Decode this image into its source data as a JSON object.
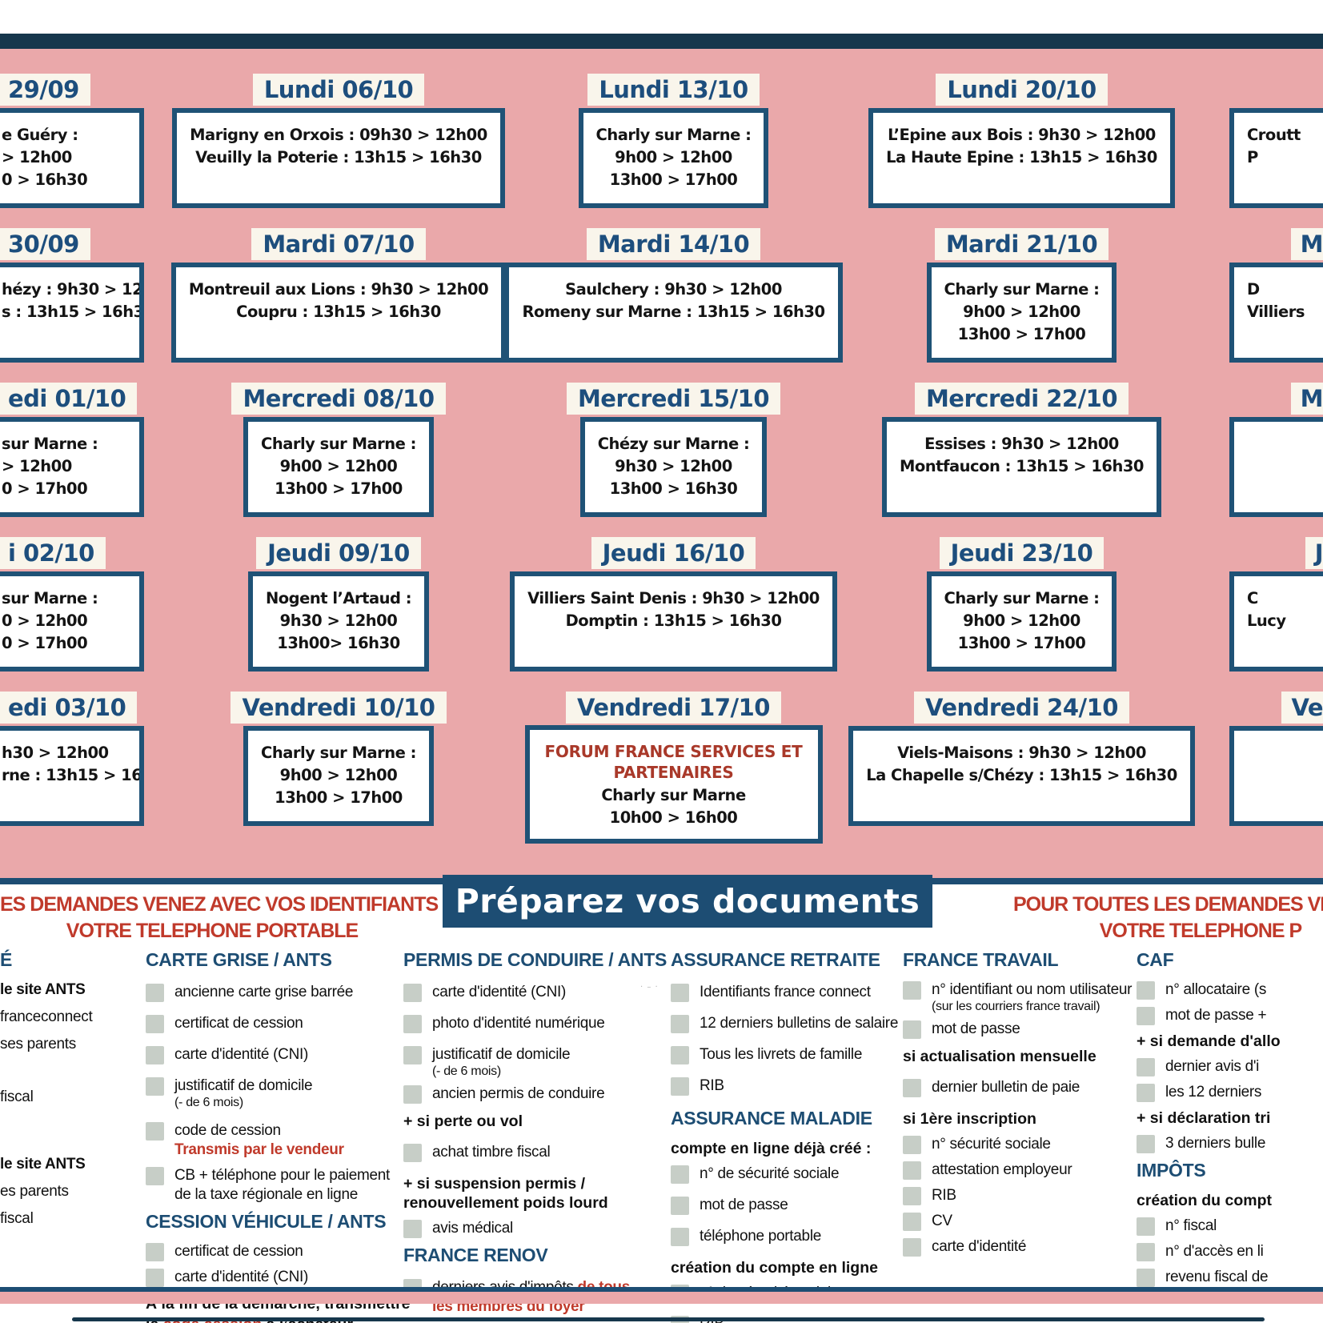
{
  "colors": {
    "pink": "#eaa8aa",
    "box_border": "#1f5276",
    "header_blue": "#1d4e7d",
    "banner_blue": "#1d4d73",
    "red": "#c03a2b",
    "forum_red": "#a9392a",
    "checkbox_gray": "#c7cec7",
    "scan_bar": "#16374c"
  },
  "calendar": {
    "columns": [
      {
        "cut": "left",
        "cells": [
          {
            "day": "29/09",
            "lines": [
              "e Guéry :",
              "> 12h00",
              "0 > 16h30"
            ]
          },
          {
            "day": "30/09",
            "lines": [
              "hézy : 9h30 > 12h00",
              "s : 13h15 > 16h30"
            ]
          },
          {
            "day": "edi 01/10",
            "lines": [
              "sur Marne :",
              "> 12h00",
              "0 > 17h00"
            ]
          },
          {
            "day": "i 02/10",
            "lines": [
              "sur Marne :",
              "0 > 12h00",
              "0 > 17h00"
            ]
          },
          {
            "day": "edi 03/10",
            "lines": [
              "h30 > 12h00",
              "rne : 13h15 > 16h30"
            ]
          }
        ]
      },
      {
        "cells": [
          {
            "day": "Lundi 06/10",
            "lines": [
              "Marigny en Orxois : 09h30 > 12h00",
              "Veuilly la Poterie : 13h15 > 16h30"
            ]
          },
          {
            "day": "Mardi 07/10",
            "lines": [
              "Montreuil aux Lions : 9h30 > 12h00",
              "Coupru : 13h15 > 16h30"
            ]
          },
          {
            "day": "Mercredi 08/10",
            "lines": [
              "Charly sur Marne :",
              "9h00 > 12h00",
              "13h00 > 17h00"
            ]
          },
          {
            "day": "Jeudi 09/10",
            "lines": [
              "Nogent l’Artaud :",
              "9h30 > 12h00",
              "13h00> 16h30"
            ]
          },
          {
            "day": "Vendredi 10/10",
            "lines": [
              "Charly sur Marne :",
              "9h00 > 12h00",
              "13h00 > 17h00"
            ]
          }
        ]
      },
      {
        "cells": [
          {
            "day": "Lundi 13/10",
            "lines": [
              "Charly sur Marne :",
              "9h00 > 12h00",
              "13h00 > 17h00"
            ]
          },
          {
            "day": "Mardi 14/10",
            "lines": [
              "Saulchery : 9h30 > 12h00",
              "Romeny sur Marne : 13h15 > 16h30"
            ]
          },
          {
            "day": "Mercredi 15/10",
            "lines": [
              "Chézy sur Marne :",
              "9h30 > 12h00",
              "13h00 > 16h30"
            ]
          },
          {
            "day": "Jeudi 16/10",
            "lines": [
              "Villiers Saint Denis : 9h30 > 12h00",
              "Domptin : 13h15 > 16h30"
            ]
          },
          {
            "day": "Vendredi 17/10",
            "special_red": "FORUM FRANCE SERVICES ET PARTENAIRES",
            "lines": [
              "Charly sur Marne",
              "10h00 > 16h00"
            ]
          }
        ]
      },
      {
        "cells": [
          {
            "day": "Lundi 20/10",
            "lines": [
              "L’Epine aux Bois : 9h30 > 12h00",
              "La Haute Epine : 13h15 > 16h30"
            ]
          },
          {
            "day": "Mardi 21/10",
            "lines": [
              "Charly sur Marne :",
              "9h00 > 12h00",
              "13h00 > 17h00"
            ]
          },
          {
            "day": "Mercredi 22/10",
            "lines": [
              "Essises : 9h30 > 12h00",
              "Montfaucon : 13h15 > 16h30"
            ]
          },
          {
            "day": "Jeudi 23/10",
            "lines": [
              "Charly sur Marne :",
              "9h00 > 12h00",
              "13h00 > 17h00"
            ]
          },
          {
            "day": "Vendredi 24/10",
            "lines": [
              "Viels-Maisons : 9h30 > 12h00",
              "La Chapelle s/Chézy : 13h15 > 16h30"
            ]
          }
        ]
      },
      {
        "cut": "right",
        "cells": [
          {
            "day": "",
            "lines": [
              "Croutt",
              "P"
            ]
          },
          {
            "day": "M",
            "lines": [
              "D",
              "Villiers"
            ]
          },
          {
            "day": "M",
            "lines": []
          },
          {
            "day": "J",
            "lines": [
              "C",
              "Lucy"
            ]
          },
          {
            "day": "Ve",
            "lines": []
          }
        ]
      }
    ]
  },
  "bottom": {
    "left_heading_lines": [
      "ES DEMANDES VENEZ AVEC VOS IDENTIFIANTS ET",
      "VOTRE TELEPHONE PORTABLE"
    ],
    "banner": "Préparez vos documents",
    "right_heading_lines": [
      "POUR TOUTES LES DEMANDES VENEZ A",
      "VOTRE TELEPHONE P"
    ],
    "artifact": "· – ·",
    "columns": [
      {
        "id": "fragment-left",
        "heading": "É",
        "items": [
          {
            "kind": "plain",
            "bold": true,
            "text": "le site ANTS"
          },
          {
            "kind": "plain",
            "text": "franceconnect"
          },
          {
            "kind": "plain",
            "text": "ses parents"
          },
          {
            "kind": "spacer",
            "h": 22
          },
          {
            "kind": "plain",
            "text": "fiscal"
          },
          {
            "kind": "spacer",
            "h": 40
          },
          {
            "kind": "plain",
            "bold": true,
            "text": "le site ANTS"
          },
          {
            "kind": "plain",
            "text": "es parents"
          },
          {
            "kind": "plain",
            "text": "fiscal"
          }
        ]
      },
      {
        "id": "carte-grise",
        "heading": "CARTE GRISE / ANTS",
        "items": [
          {
            "kind": "check",
            "text": "ancienne carte grise barrée"
          },
          {
            "kind": "check",
            "text": "certificat de cession"
          },
          {
            "kind": "check",
            "text": "carte d'identité (CNI)"
          },
          {
            "kind": "check",
            "text": "justificatif de domicile",
            "sub": "(- de 6 mois)"
          },
          {
            "kind": "check",
            "tight": true,
            "text": "code de cession",
            "line2": {
              "red": "Transmis par le vendeur"
            }
          },
          {
            "kind": "check",
            "tight": true,
            "text": "CB + téléphone pour le paiement",
            "line2": {
              "text": "de la taxe régionale en ligne"
            }
          },
          {
            "kind": "heading",
            "text": "CESSION VÉHICULE / ANTS"
          },
          {
            "kind": "check",
            "tight": true,
            "text": "certificat de cession"
          },
          {
            "kind": "check",
            "tight": true,
            "text": "carte d'identité (CNI)"
          },
          {
            "kind": "note",
            "text": "À la fin de la démarche, transmettre",
            "line2": {
              "text": "le ",
              "red": "code cession",
              "tail": " à l’acheteur"
            }
          }
        ]
      },
      {
        "id": "permis",
        "heading": "PERMIS DE CONDUIRE / ANTS",
        "items": [
          {
            "kind": "check",
            "text": "carte d'identité (CNI)"
          },
          {
            "kind": "check",
            "text": "photo d'identité numérique"
          },
          {
            "kind": "check",
            "tight": true,
            "text": "justificatif de domicile",
            "sub": "(- de 6 mois)"
          },
          {
            "kind": "check",
            "tight": true,
            "text": "ancien permis de conduire"
          },
          {
            "kind": "subhead",
            "text": "+ si perte ou vol"
          },
          {
            "kind": "check",
            "text": "achat timbre fiscal"
          },
          {
            "kind": "subhead",
            "text": "+ si suspension permis /",
            "line2": {
              "text": "renouvellement poids lourd"
            }
          },
          {
            "kind": "check",
            "tight": true,
            "text": "avis médical"
          },
          {
            "kind": "heading",
            "text": "FRANCE RENOV"
          },
          {
            "kind": "check",
            "text": "derniers avis d'impôts",
            "red": "de tous",
            "line2": {
              "red": "les membres du foyer"
            }
          }
        ]
      },
      {
        "id": "assurance",
        "heading": "ASSURANCE RETRAITE",
        "items": [
          {
            "kind": "check",
            "text": "Identifiants france connect"
          },
          {
            "kind": "check",
            "text": "12 derniers bulletins de salaire"
          },
          {
            "kind": "check",
            "text": "Tous les livrets de famille"
          },
          {
            "kind": "check",
            "text": "RIB"
          },
          {
            "kind": "heading",
            "text": "ASSURANCE MALADIE"
          },
          {
            "kind": "subhead",
            "tight": true,
            "text": "compte en ligne déjà créé :"
          },
          {
            "kind": "check",
            "tight": true,
            "text": "n° de sécurité sociale"
          },
          {
            "kind": "check",
            "text": "mot de passe"
          },
          {
            "kind": "check",
            "text": "téléphone portable"
          },
          {
            "kind": "subhead",
            "tight": true,
            "text": "création du compte en ligne"
          },
          {
            "kind": "check",
            "tight": true,
            "text": "n° de sécurité sociale"
          },
          {
            "kind": "check",
            "text": "RIB"
          }
        ]
      },
      {
        "id": "france-travail",
        "heading": "FRANCE TRAVAIL",
        "items": [
          {
            "kind": "check",
            "tight": true,
            "text": "n° identifiant ou nom utilisateur",
            "sub": "(sur les courriers france travail)"
          },
          {
            "kind": "check",
            "tight": true,
            "text": "mot de passe"
          },
          {
            "kind": "subhead",
            "text": "si actualisation mensuelle"
          },
          {
            "kind": "check",
            "text": "dernier bulletin de paie"
          },
          {
            "kind": "subhead",
            "text": "si 1ère inscription"
          },
          {
            "kind": "check",
            "tight": true,
            "text": "n° sécurité sociale"
          },
          {
            "kind": "check",
            "tight": true,
            "text": "attestation employeur"
          },
          {
            "kind": "check",
            "tight": true,
            "text": "RIB"
          },
          {
            "kind": "check",
            "tight": true,
            "text": "CV"
          },
          {
            "kind": "check",
            "tight": true,
            "text": "carte d'identité"
          }
        ]
      },
      {
        "id": "caf",
        "heading": "CAF",
        "items": [
          {
            "kind": "check",
            "tight": true,
            "text": "n° allocataire (s"
          },
          {
            "kind": "check",
            "tight": true,
            "text": "mot de passe +"
          },
          {
            "kind": "subhead",
            "tight": true,
            "text": "+ si demande d'allo"
          },
          {
            "kind": "check",
            "tight": true,
            "text": "dernier avis d'i"
          },
          {
            "kind": "check",
            "tight": true,
            "text": "les 12 derniers"
          },
          {
            "kind": "subhead",
            "tight": true,
            "text": "+ si déclaration tri"
          },
          {
            "kind": "check",
            "tight": true,
            "text": "3 derniers bulle"
          },
          {
            "kind": "heading",
            "text": "IMPÔTS"
          },
          {
            "kind": "subhead",
            "tight": true,
            "text": "création du compt"
          },
          {
            "kind": "check",
            "tight": true,
            "text": "n° fiscal"
          },
          {
            "kind": "check",
            "tight": true,
            "text": "n° d'accès en li"
          },
          {
            "kind": "check",
            "tight": true,
            "text": "revenu fiscal de"
          }
        ]
      }
    ]
  }
}
